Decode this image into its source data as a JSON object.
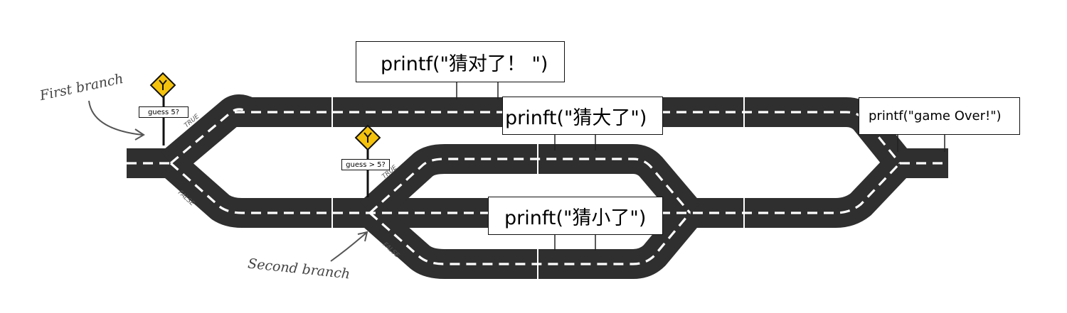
{
  "branches": {
    "first": {
      "annotation": "First branch",
      "condition": "guess   5?",
      "true_label": "TRUE",
      "false_label": "FALSE"
    },
    "second": {
      "annotation": "Second branch",
      "condition": "guess > 5?",
      "true_label": "TRUE",
      "false_label": "FALSE"
    }
  },
  "outcomes": {
    "correct": "printf(\"猜对了！ \")",
    "too_big": "prinft(\"猜大了\")",
    "too_small": "prinft(\"猜小了\")",
    "game_over": "printf(\"game Over!\")"
  },
  "colors": {
    "road": "#2f2f2f",
    "lane_marking": "#ffffff",
    "sign": "#f4c20d"
  },
  "icons": [
    "fork-road-sign-icon",
    "curved-arrow-icon"
  ]
}
